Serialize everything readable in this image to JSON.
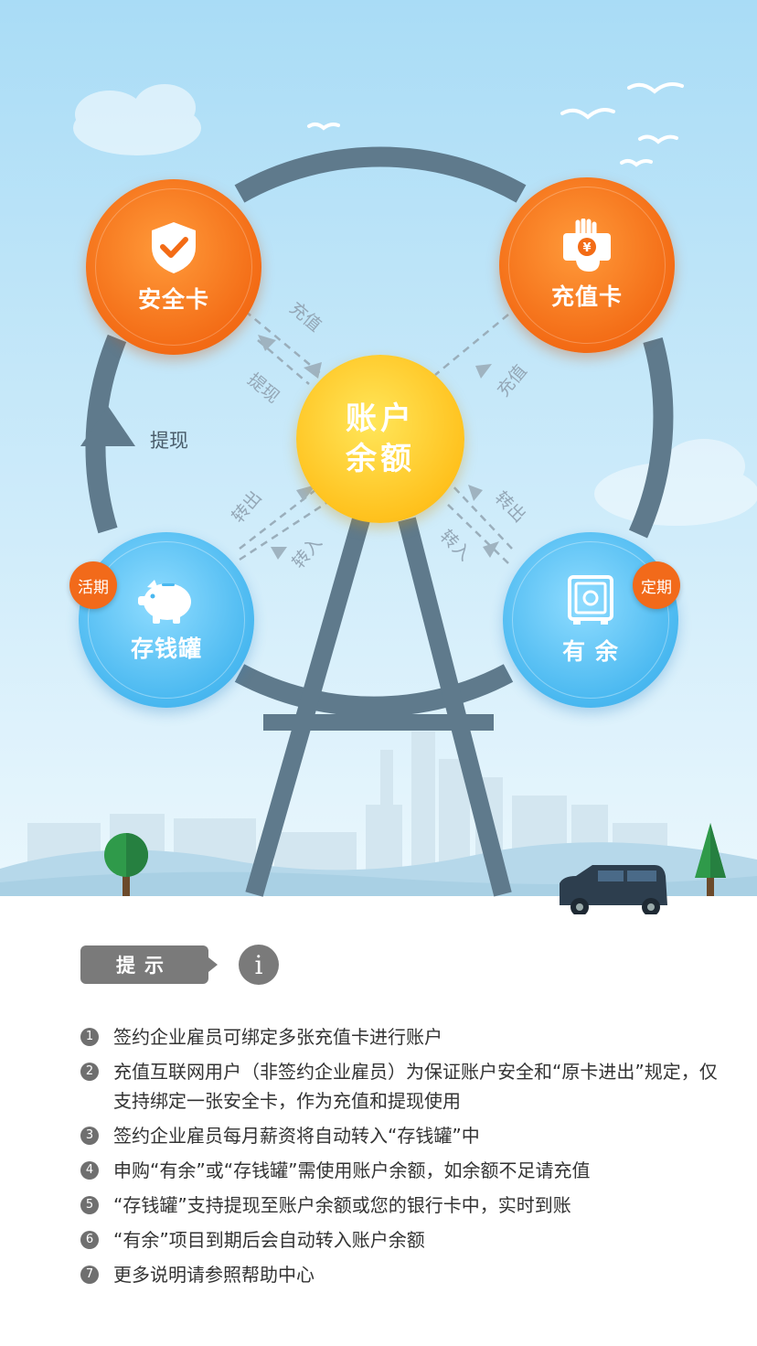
{
  "diagram": {
    "center": {
      "line1": "账户",
      "line2": "余额"
    },
    "nodes": {
      "safe_card": {
        "label": "安全卡",
        "icon": "shield-check-icon"
      },
      "recharge_card": {
        "label": "充值卡",
        "icon": "hand-yuan-card-icon"
      },
      "piggy_bank": {
        "label": "存钱罐",
        "icon": "piggy-bank-icon",
        "tag": "活期"
      },
      "youyu": {
        "label": "有 余",
        "icon": "safe-box-icon",
        "tag": "定期"
      }
    },
    "flow_labels": {
      "safe_in": "充值",
      "safe_out": "提现",
      "recharge_in": "充值",
      "piggy_out": "转出",
      "piggy_in": "转入",
      "youyu_out": "转出",
      "youyu_in": "转入"
    },
    "side_label": "提现",
    "colors": {
      "sky_top": "#a9dcf6",
      "sky_bottom": "#e6f5fc",
      "wheel": "#5f7a8c",
      "orange": "#f36b15",
      "blue": "#49b8f0",
      "yellow": "#ffc21e"
    }
  },
  "tips": {
    "header": "提示",
    "info_icon": "i",
    "items": [
      {
        "num": "1",
        "text": "签约企业雇员可绑定多张充值卡进行账户"
      },
      {
        "num": "2",
        "text": "充值互联网用户（非签约企业雇员）为保证账户安全和“原卡进出”规定，仅支持绑定一张安全卡，作为充值和提现使用"
      },
      {
        "num": "3",
        "text": "签约企业雇员每月薪资将自动转入“存钱罐”中"
      },
      {
        "num": "4",
        "text": "申购“有余”或“存钱罐”需使用账户余额，如余额不足请充值"
      },
      {
        "num": "5",
        "text": "“存钱罐”支持提现至账户余额或您的银行卡中，实时到账"
      },
      {
        "num": "6",
        "text": "“有余”项目到期后会自动转入账户余额"
      },
      {
        "num": "7",
        "text": "更多说明请参照帮助中心"
      }
    ]
  }
}
